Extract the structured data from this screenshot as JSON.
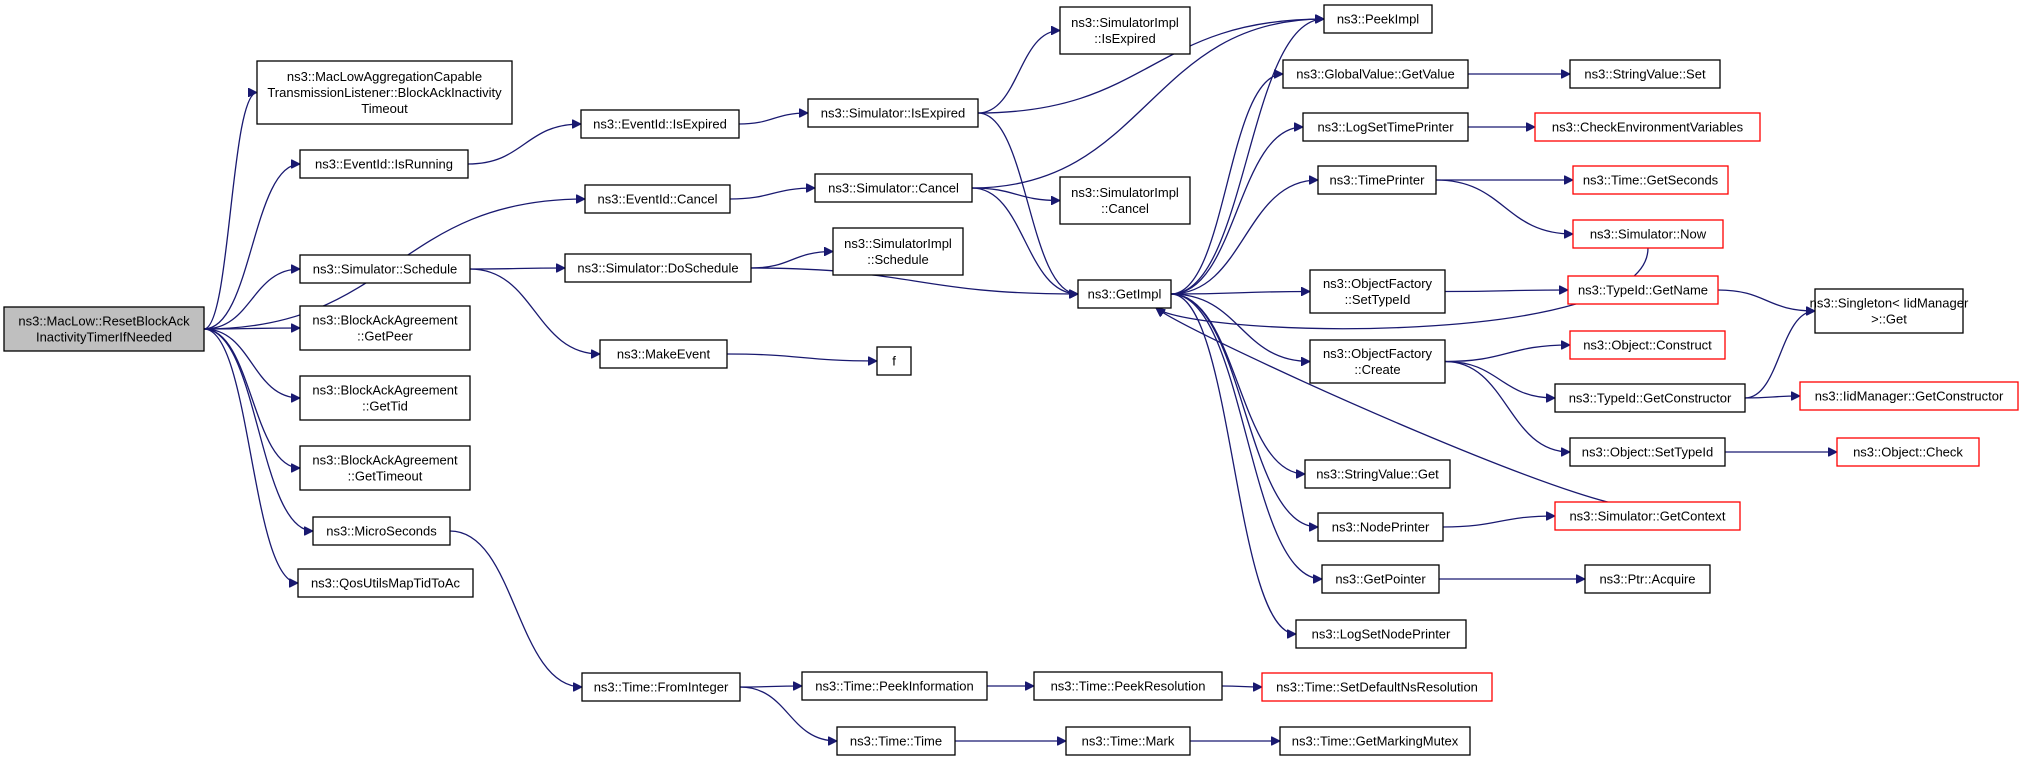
{
  "colors": {
    "edge": "#191970",
    "root_fill": "#bfbfbf",
    "border": "#000000",
    "external_border": "#ff0000"
  },
  "nodes": {
    "root": {
      "lines": [
        "ns3::MacLow::ResetBlockAck",
        "InactivityTimerIfNeeded"
      ],
      "style": "root"
    },
    "listener": {
      "lines": [
        "ns3::MacLowAggregationCapable",
        "TransmissionListener::BlockAckInactivity",
        "Timeout"
      ],
      "style": "normal"
    },
    "isrunning": {
      "lines": [
        "ns3::EventId::IsRunning"
      ],
      "style": "normal"
    },
    "cancel": {
      "lines": [
        "ns3::EventId::Cancel"
      ],
      "style": "normal"
    },
    "schedule": {
      "lines": [
        "ns3::Simulator::Schedule"
      ],
      "style": "normal"
    },
    "getpeer": {
      "lines": [
        "ns3::BlockAckAgreement",
        "::GetPeer"
      ],
      "style": "normal"
    },
    "gettid": {
      "lines": [
        "ns3::BlockAckAgreement",
        "::GetTid"
      ],
      "style": "normal"
    },
    "gettimeout": {
      "lines": [
        "ns3::BlockAckAgreement",
        "::GetTimeout"
      ],
      "style": "normal"
    },
    "microseconds": {
      "lines": [
        "ns3::MicroSeconds"
      ],
      "style": "normal"
    },
    "qosutils": {
      "lines": [
        "ns3::QosUtilsMapTidToAc"
      ],
      "style": "normal"
    },
    "isexpired": {
      "lines": [
        "ns3::EventId::IsExpired"
      ],
      "style": "normal"
    },
    "sim_isexpired": {
      "lines": [
        "ns3::Simulator::IsExpired"
      ],
      "style": "normal"
    },
    "sim_cancel": {
      "lines": [
        "ns3::Simulator::Cancel"
      ],
      "style": "normal"
    },
    "doschedule": {
      "lines": [
        "ns3::Simulator::DoSchedule"
      ],
      "style": "normal"
    },
    "makeevent": {
      "lines": [
        "ns3::MakeEvent"
      ],
      "style": "normal"
    },
    "fromint": {
      "lines": [
        "ns3::Time::FromInteger"
      ],
      "style": "normal"
    },
    "impl_isexpired": {
      "lines": [
        "ns3::SimulatorImpl",
        "::IsExpired"
      ],
      "style": "normal"
    },
    "impl_cancel": {
      "lines": [
        "ns3::SimulatorImpl",
        "::Cancel"
      ],
      "style": "normal"
    },
    "impl_schedule": {
      "lines": [
        "ns3::SimulatorImpl",
        "::Schedule"
      ],
      "style": "normal"
    },
    "f": {
      "lines": [
        "f"
      ],
      "style": "normal"
    },
    "getimpl": {
      "lines": [
        "ns3::GetImpl"
      ],
      "style": "normal"
    },
    "peekinfo": {
      "lines": [
        "ns3::Time::PeekInformation"
      ],
      "style": "normal"
    },
    "time_time": {
      "lines": [
        "ns3::Time::Time"
      ],
      "style": "normal"
    },
    "peekimpl": {
      "lines": [
        "ns3::PeekImpl"
      ],
      "style": "normal"
    },
    "gv_getvalue": {
      "lines": [
        "ns3::GlobalValue::GetValue"
      ],
      "style": "normal"
    },
    "logsettp": {
      "lines": [
        "ns3::LogSetTimePrinter"
      ],
      "style": "normal"
    },
    "timeprinter": {
      "lines": [
        "ns3::TimePrinter"
      ],
      "style": "normal"
    },
    "of_settypeid": {
      "lines": [
        "ns3::ObjectFactory",
        "::SetTypeId"
      ],
      "style": "normal"
    },
    "of_create": {
      "lines": [
        "ns3::ObjectFactory",
        "::Create"
      ],
      "style": "normal"
    },
    "sv_get": {
      "lines": [
        "ns3::StringValue::Get"
      ],
      "style": "normal"
    },
    "nodeprinter": {
      "lines": [
        "ns3::NodePrinter"
      ],
      "style": "normal"
    },
    "getpointer": {
      "lines": [
        "ns3::GetPointer"
      ],
      "style": "normal"
    },
    "logsetnp": {
      "lines": [
        "ns3::LogSetNodePrinter"
      ],
      "style": "normal"
    },
    "peekres": {
      "lines": [
        "ns3::Time::PeekResolution"
      ],
      "style": "normal"
    },
    "mark": {
      "lines": [
        "ns3::Time::Mark"
      ],
      "style": "normal"
    },
    "sv_set": {
      "lines": [
        "ns3::StringValue::Set"
      ],
      "style": "normal"
    },
    "checkenv": {
      "lines": [
        "ns3::CheckEnvironmentVariables"
      ],
      "style": "red"
    },
    "getseconds": {
      "lines": [
        "ns3::Time::GetSeconds"
      ],
      "style": "red"
    },
    "sim_now": {
      "lines": [
        "ns3::Simulator::Now"
      ],
      "style": "red"
    },
    "getname": {
      "lines": [
        "ns3::TypeId::GetName"
      ],
      "style": "red"
    },
    "construct": {
      "lines": [
        "ns3::Object::Construct"
      ],
      "style": "red"
    },
    "getconstructor": {
      "lines": [
        "ns3::TypeId::GetConstructor"
      ],
      "style": "normal"
    },
    "obj_settypeid": {
      "lines": [
        "ns3::Object::SetTypeId"
      ],
      "style": "normal"
    },
    "getcontext": {
      "lines": [
        "ns3::Simulator::GetContext"
      ],
      "style": "red"
    },
    "acquire": {
      "lines": [
        "ns3::Ptr::Acquire"
      ],
      "style": "normal"
    },
    "setdefres": {
      "lines": [
        "ns3::Time::SetDefaultNsResolution"
      ],
      "style": "red"
    },
    "getmarkingmutex": {
      "lines": [
        "ns3::Time::GetMarkingMutex"
      ],
      "style": "normal"
    },
    "singleton": {
      "lines": [
        "ns3::Singleton< IidManager",
        ">::Get"
      ],
      "style": "normal"
    },
    "iid_getconstructor": {
      "lines": [
        "ns3::IidManager::GetConstructor"
      ],
      "style": "red"
    },
    "obj_check": {
      "lines": [
        "ns3::Object::Check"
      ],
      "style": "red"
    }
  },
  "edges": [
    [
      "root",
      "listener"
    ],
    [
      "root",
      "isrunning"
    ],
    [
      "root",
      "cancel"
    ],
    [
      "root",
      "schedule"
    ],
    [
      "root",
      "getpeer"
    ],
    [
      "root",
      "gettid"
    ],
    [
      "root",
      "gettimeout"
    ],
    [
      "root",
      "microseconds"
    ],
    [
      "root",
      "qosutils"
    ],
    [
      "isrunning",
      "isexpired"
    ],
    [
      "isexpired",
      "sim_isexpired"
    ],
    [
      "sim_isexpired",
      "impl_isexpired"
    ],
    [
      "sim_isexpired",
      "peekimpl"
    ],
    [
      "sim_isexpired",
      "getimpl"
    ],
    [
      "cancel",
      "sim_cancel"
    ],
    [
      "sim_cancel",
      "peekimpl"
    ],
    [
      "sim_cancel",
      "impl_cancel"
    ],
    [
      "sim_cancel",
      "getimpl"
    ],
    [
      "schedule",
      "doschedule"
    ],
    [
      "schedule",
      "makeevent"
    ],
    [
      "doschedule",
      "impl_schedule"
    ],
    [
      "doschedule",
      "getimpl"
    ],
    [
      "makeevent",
      "f"
    ],
    [
      "microseconds",
      "fromint"
    ],
    [
      "fromint",
      "peekinfo"
    ],
    [
      "fromint",
      "time_time"
    ],
    [
      "peekinfo",
      "peekres"
    ],
    [
      "peekres",
      "setdefres"
    ],
    [
      "time_time",
      "mark"
    ],
    [
      "mark",
      "getmarkingmutex"
    ],
    [
      "getimpl",
      "peekimpl"
    ],
    [
      "getimpl",
      "gv_getvalue"
    ],
    [
      "getimpl",
      "logsettp"
    ],
    [
      "getimpl",
      "timeprinter"
    ],
    [
      "getimpl",
      "of_settypeid"
    ],
    [
      "getimpl",
      "of_create"
    ],
    [
      "getimpl",
      "sv_get"
    ],
    [
      "getimpl",
      "nodeprinter"
    ],
    [
      "getimpl",
      "getpointer"
    ],
    [
      "getimpl",
      "logsetnp"
    ],
    [
      "gv_getvalue",
      "sv_set"
    ],
    [
      "logsettp",
      "checkenv"
    ],
    [
      "timeprinter",
      "getseconds"
    ],
    [
      "timeprinter",
      "sim_now"
    ],
    [
      "sim_now",
      "getimpl"
    ],
    [
      "of_settypeid",
      "getname"
    ],
    [
      "getname",
      "singleton"
    ],
    [
      "of_create",
      "construct"
    ],
    [
      "of_create",
      "getconstructor"
    ],
    [
      "of_create",
      "obj_settypeid"
    ],
    [
      "getconstructor",
      "singleton"
    ],
    [
      "getconstructor",
      "iid_getconstructor"
    ],
    [
      "obj_settypeid",
      "obj_check"
    ],
    [
      "nodeprinter",
      "getcontext"
    ],
    [
      "getcontext",
      "getimpl"
    ],
    [
      "getpointer",
      "acquire"
    ]
  ]
}
